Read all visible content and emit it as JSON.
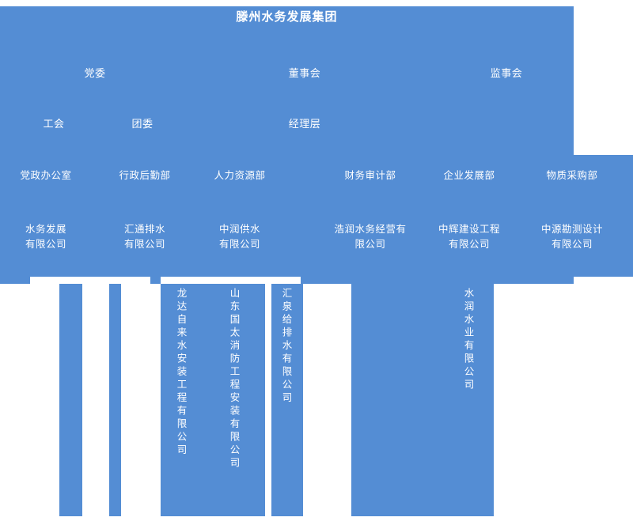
{
  "theme": {
    "plate_color": "#548DD4",
    "text_color": "#FFFFFF",
    "background": "#FFFFFF"
  },
  "header": {
    "title": "滕州水务发展集团"
  },
  "governance": {
    "tier2": [
      {
        "label": "党委"
      },
      {
        "label": "董事会"
      },
      {
        "label": "监事会"
      }
    ],
    "tier3": [
      {
        "label": "工会"
      },
      {
        "label": "团委"
      },
      {
        "label": "经理层"
      }
    ]
  },
  "departments": [
    {
      "label": "党政办公室"
    },
    {
      "label": "行政后勤部"
    },
    {
      "label": "人力资源部"
    },
    {
      "label": "财务审计部"
    },
    {
      "label": "企业发展部"
    },
    {
      "label": "物质采购部"
    }
  ],
  "subsidiaries": [
    {
      "label": "水务发展\n有限公司"
    },
    {
      "label": "汇通排水\n有限公司"
    },
    {
      "label": "中润供水\n有限公司"
    },
    {
      "label": "浩润水务经营有\n限公司"
    },
    {
      "label": "中辉建设工程\n有限公司"
    },
    {
      "label": "中源勘测设计\n有限公司"
    }
  ],
  "vertical_units": [
    {
      "label": "龙达自来水安装工程有限公司"
    },
    {
      "label": "山东国太消防工程安装有限公司"
    },
    {
      "label": "汇泉给排水有限公司"
    },
    {
      "label": "水润水业有限公司"
    }
  ]
}
